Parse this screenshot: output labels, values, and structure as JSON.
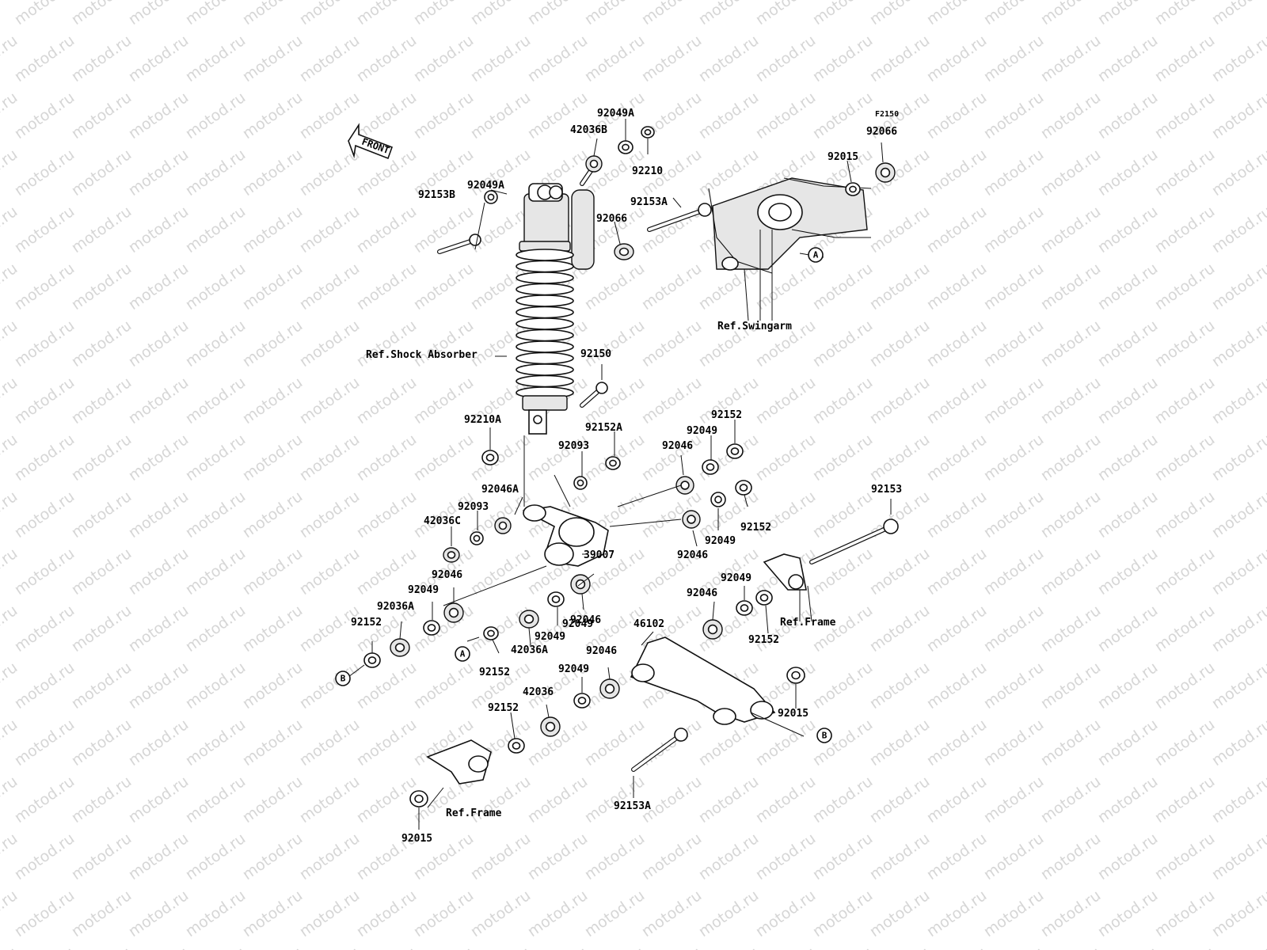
{
  "watermark": "motod.ru",
  "diagram_code": "F2150",
  "front_label": "FRONT",
  "part_numbers": [
    "92049A",
    "42036B",
    "92210",
    "92049A",
    "92153B",
    "92066",
    "92015",
    "92153A",
    "92066",
    "92150",
    "92210A",
    "92152A",
    "92049",
    "92152",
    "92093",
    "92046",
    "92046A",
    "92093",
    "42036C",
    "39007",
    "92049",
    "92152",
    "92046",
    "92153",
    "92046",
    "92049",
    "92036A",
    "92152",
    "92049",
    "92046",
    "92049",
    "42036A",
    "92049",
    "92046",
    "92046",
    "92152",
    "46102",
    "92049",
    "92152",
    "92015",
    "42036",
    "92152",
    "92015",
    "92153A"
  ],
  "ref_labels": {
    "swingarm": "Ref.Swingarm",
    "shock": "Ref.Shock Absorber",
    "frame_right": "Ref.Frame",
    "frame_bottom": "Ref.Frame"
  },
  "markers": {
    "a": "A",
    "b": "B"
  }
}
